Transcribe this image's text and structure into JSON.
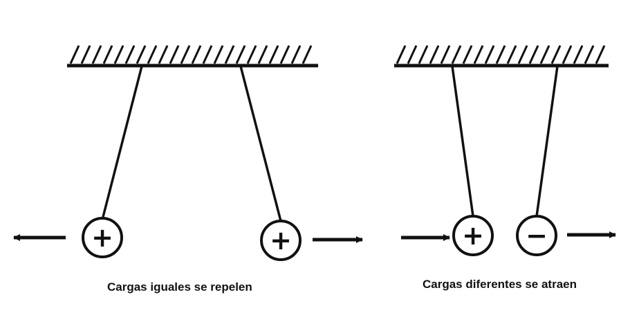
{
  "panels": [
    {
      "id": "repel",
      "caption": "Cargas iguales se repelen",
      "charges": [
        "+",
        "+"
      ],
      "behavior": "repel"
    },
    {
      "id": "attract",
      "caption": "Cargas diferentes se atraen",
      "charges": [
        "+",
        "−"
      ],
      "behavior": "attract"
    }
  ],
  "colors": {
    "ink": "#111111",
    "background": "#ffffff"
  }
}
